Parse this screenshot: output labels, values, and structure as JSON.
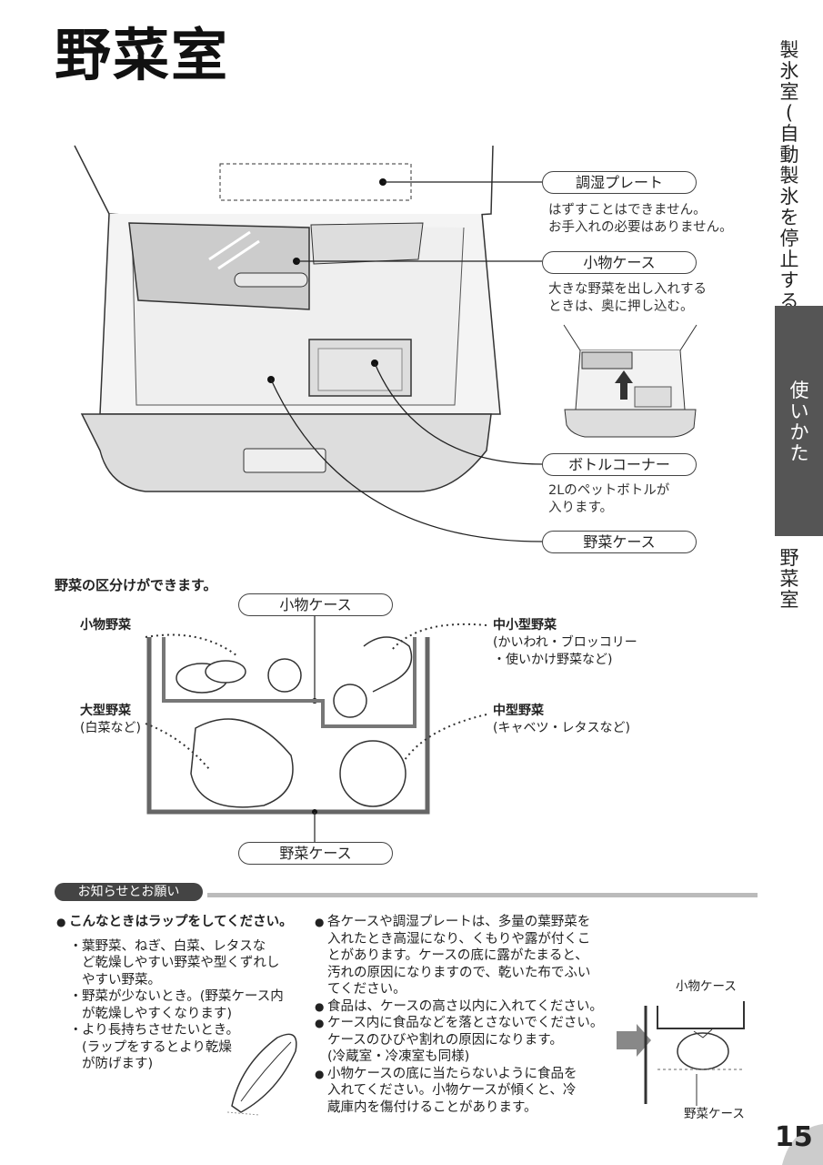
{
  "title": "野菜室",
  "side_tabs": {
    "top": "製氷室(自動製氷を停止する)",
    "active": "使いかた",
    "bottom": "野菜室"
  },
  "callouts": {
    "humidity_plate": {
      "label": "調湿プレート",
      "note": [
        "はずすことはできません。",
        "お手入れの必要はありません。"
      ]
    },
    "small_case": {
      "label": "小物ケース",
      "note": [
        "大きな野菜を出し入れする",
        "ときは、奥に押し込む。"
      ]
    },
    "bottle_corner": {
      "label": "ボトルコーナー",
      "note": [
        "2Lのペットボトルが",
        "入ります。"
      ]
    },
    "vegetable_case": {
      "label": "野菜ケース"
    }
  },
  "section": {
    "heading": "野菜の区分けができます。",
    "top_pill": "小物ケース",
    "bottom_pill": "野菜ケース",
    "small_veg": "小物野菜",
    "large_veg": "大型野菜",
    "large_veg_note": "(白菜など)",
    "mid_small_veg": "中小型野菜",
    "mid_small_note": [
      "(かいわれ・ブロッコリー",
      "・使いかけ野菜など)"
    ],
    "mid_veg": "中型野菜",
    "mid_veg_note": "(キャベツ・レタスなど)"
  },
  "notice": {
    "title": "お知らせとお願い",
    "left_heading": "こんなときはラップをしてください。",
    "left_items": [
      [
        "葉野菜、ねぎ、白菜、レタスな",
        "ど乾燥しやすい野菜や型くずれし",
        "やすい野菜。"
      ],
      [
        "野菜が少ないとき。(野菜ケース内",
        "が乾燥しやすくなります)"
      ],
      [
        "より長持ちさせたいとき。",
        "(ラップをするとより乾燥",
        " が防げます)"
      ]
    ],
    "right_items": [
      [
        "各ケースや調湿プレートは、多量の葉野菜を",
        "入れたとき高湿になり、くもりや露が付くこ",
        "とがあります。ケースの底に露がたまると、",
        "汚れの原因になりますので、乾いた布でふい",
        "てください。"
      ],
      [
        "食品は、ケースの高さ以内に入れてください。"
      ],
      [
        "ケース内に食品などを落とさないでください。",
        "ケースのひびや割れの原因になります。",
        "(冷蔵室・冷凍室も同様)"
      ],
      [
        "小物ケースの底に当たらないように食品を",
        "入れてください。小物ケースが傾くと、冷",
        "蔵庫内を傷付けることがあります。"
      ]
    ],
    "fig_top": "小物ケース",
    "fig_bottom": "野菜ケース"
  },
  "page_number": "15"
}
